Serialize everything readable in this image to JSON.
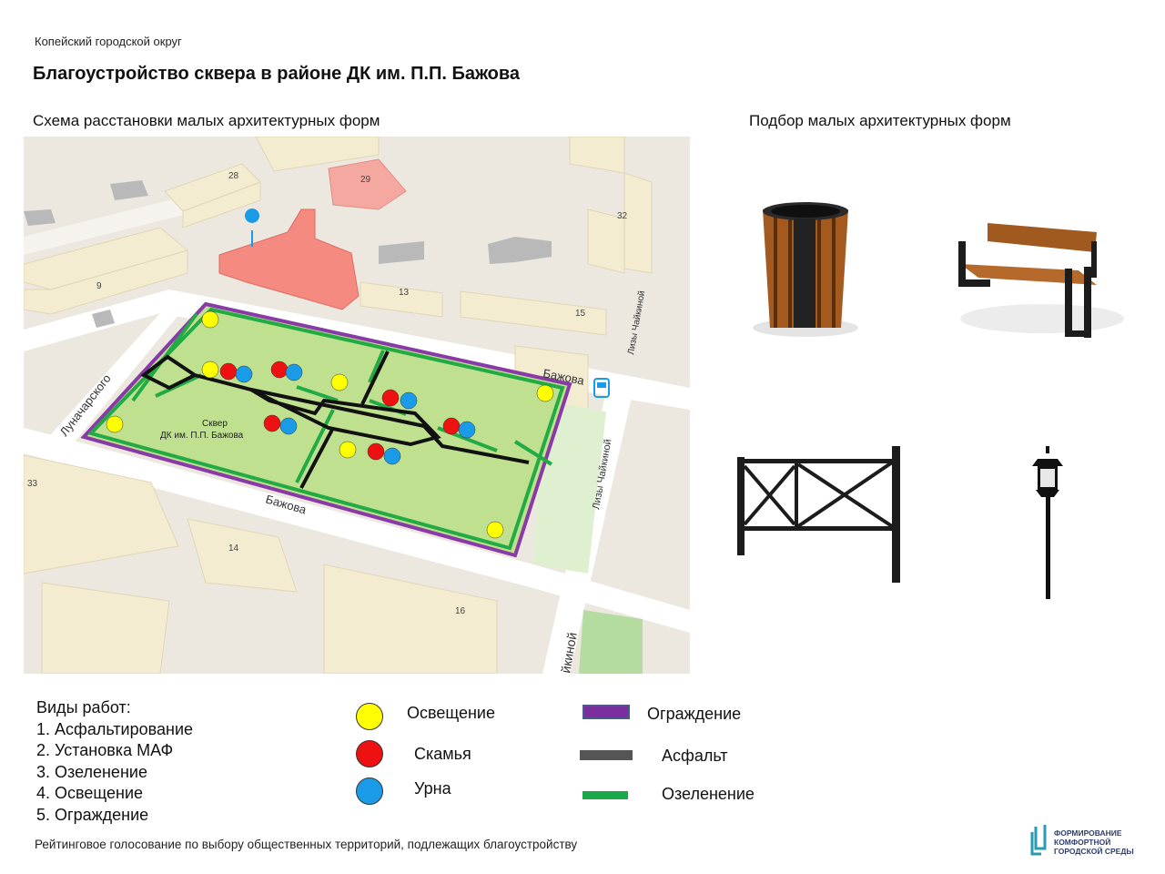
{
  "header": {
    "municipality": "Копейский городской округ",
    "title": "Благоустройство сквера в районе ДК им. П.П. Бажова"
  },
  "map_section": {
    "heading": "Схема расстановки малых архитектурных форм",
    "streets": {
      "bazhova_top": "Бажова",
      "bazhova_bottom": "Бажова",
      "lunacharskogo": "Луначарского",
      "liza_chaikina_upper": "Лизы Чайкиной",
      "liza_chaikina_lower": "Лизы Чайкиной",
      "chaikinoy_fragment": "йкиной"
    },
    "house_numbers": [
      "28",
      "29",
      "32",
      "9",
      "13",
      "15",
      "14",
      "16",
      "33"
    ],
    "park_label_line1": "Сквер",
    "park_label_line2": "ДК им. П.П. Бажова"
  },
  "maf_section": {
    "heading": "Подбор малых архитектурных форм",
    "items": [
      "urn-image",
      "bench-image",
      "fence-image",
      "lamp-image"
    ]
  },
  "work_types": {
    "title": "Виды работ:",
    "items": [
      "1. Асфальтирование",
      "2. Установка МАФ",
      "3. Озеленение",
      "4. Освещение",
      "5. Ограждение"
    ]
  },
  "legend": {
    "lighting": {
      "label": "Освещение",
      "color": "#ffff00"
    },
    "bench": {
      "label": "Скамья",
      "color": "#ee1111"
    },
    "urn": {
      "label": "Урна",
      "color": "#1a9be8"
    },
    "fence": {
      "label": "Ограждение",
      "color": "#7b2f9e"
    },
    "asphalt": {
      "label": "Асфальт",
      "color": "#555555"
    },
    "greening": {
      "label": "Озеленение",
      "color": "#1aa84a"
    }
  },
  "footer": {
    "text": "Рейтинговое голосование по выбору общественных территорий, подлежащих благоустройству"
  },
  "logo": {
    "line1": "ФОРМИРОВАНИЕ",
    "line2": "КОМФОРТНОЙ",
    "line3": "ГОРОДСКОЙ СРЕДЫ"
  }
}
